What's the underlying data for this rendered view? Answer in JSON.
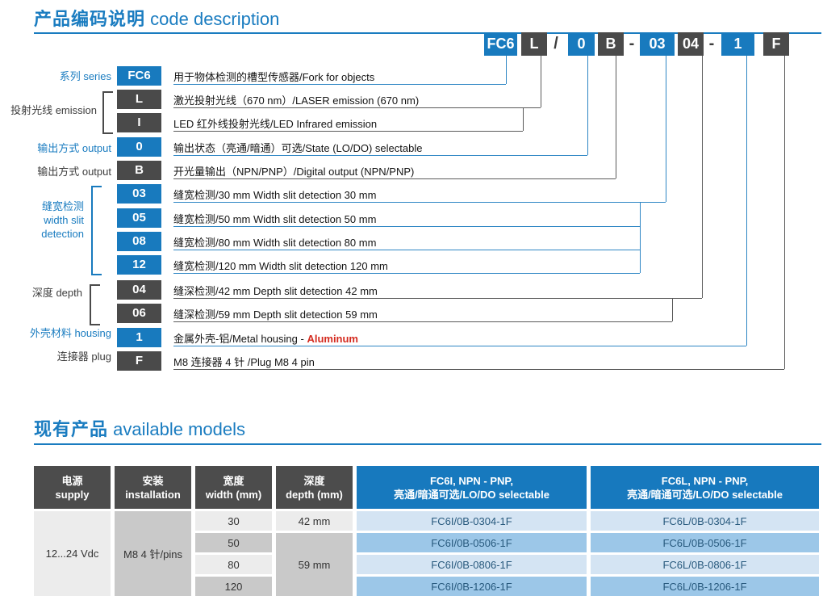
{
  "header": {
    "title_zh": "产品编码说明",
    "title_en": "code description"
  },
  "code": {
    "boxes": [
      {
        "label": "FC6",
        "variant": "blue"
      },
      {
        "label": "L",
        "variant": "dark"
      },
      {
        "label": "/",
        "variant": "sep"
      },
      {
        "label": "0",
        "variant": "blue"
      },
      {
        "label": "B",
        "variant": "dark"
      },
      {
        "label": "-",
        "variant": "sep"
      },
      {
        "label": "03",
        "variant": "blue"
      },
      {
        "label": "04",
        "variant": "dark"
      },
      {
        "label": "-",
        "variant": "sep"
      },
      {
        "label": "1",
        "variant": "blue"
      },
      {
        "label": "F",
        "variant": "dark"
      }
    ]
  },
  "diagram": {
    "labels": [
      {
        "text": "系列 series"
      },
      {
        "text": "投射光线 emission"
      },
      {
        "text": "输出方式 output"
      },
      {
        "text": "输出方式 output"
      },
      {
        "text": "缝宽检测\nwidth slit\ndetection"
      },
      {
        "text": "深度 depth"
      },
      {
        "text": "外壳材料 housing"
      },
      {
        "text": "连接器 plug"
      }
    ],
    "rows": [
      {
        "code": "FC6",
        "desc": "用于物体检测的槽型传感器/Fork for objects"
      },
      {
        "code": "L",
        "desc": "激光投射光线（670 nm）/LASER emission (670 nm)"
      },
      {
        "code": "I",
        "desc": "LED 红外线投射光线/LED Infrared emission"
      },
      {
        "code": "0",
        "desc": "输出状态（亮通/暗通）可选/State (LO/DO) selectable"
      },
      {
        "code": "B",
        "desc": "开光量输出（NPN/PNP）/Digital output (NPN/PNP)"
      },
      {
        "code": "03",
        "desc": "缝宽检测/30 mm Width slit detection 30 mm"
      },
      {
        "code": "05",
        "desc": "缝宽检测/50 mm Width slit detection 50 mm"
      },
      {
        "code": "08",
        "desc": "缝宽检测/80 mm Width slit detection 80 mm"
      },
      {
        "code": "12",
        "desc": "缝宽检测/120 mm Width slit detection 120 mm"
      },
      {
        "code": "04",
        "desc": "缝深检测/42 mm Depth slit detection 42 mm"
      },
      {
        "code": "06",
        "desc": "缝深检测/59 mm Depth slit detection 59 mm"
      },
      {
        "code": "1",
        "desc": "金属外壳-铝/Metal housing - ",
        "highlight": "Aluminum"
      },
      {
        "code": "F",
        "desc": "M8 连接器 4 针 /Plug M8 4 pin"
      }
    ]
  },
  "models": {
    "title_zh": "现有产品",
    "title_en": "available models",
    "table": {
      "headers": {
        "supply_zh": "电源",
        "supply_en": "supply",
        "installation_zh": "安装",
        "installation_en": "installation",
        "width_zh": "宽度",
        "width_en": "width (mm)",
        "depth_zh": "深度",
        "depth_en": "depth (mm)",
        "fc6i_line1": "FC6I, NPN - PNP,",
        "fc6i_line2": "亮通/暗通可选/LO/DO selectable",
        "fc6l_line1": "FC6L, NPN - PNP,",
        "fc6l_line2": "亮通/暗通可选/LO/DO selectable"
      },
      "supply": "12...24 Vdc",
      "installation": "M8 4 针/pins",
      "widths": [
        "30",
        "50",
        "80",
        "120"
      ],
      "depths": {
        "row1": "42 mm",
        "rows2to4": "59 mm"
      },
      "fc6i": [
        "FC6I/0B-0304-1F",
        "FC6I/0B-0506-1F",
        "FC6I/0B-0806-1F",
        "FC6I/0B-1206-1F"
      ],
      "fc6l": [
        "FC6L/0B-0304-1F",
        "FC6L/0B-0506-1F",
        "FC6L/0B-0806-1F",
        "FC6L/0B-1206-1F"
      ]
    }
  },
  "colors": {
    "accent_blue": "#187abe",
    "dark_gray": "#4a4a4a",
    "highlight_red": "#d42a1e"
  }
}
